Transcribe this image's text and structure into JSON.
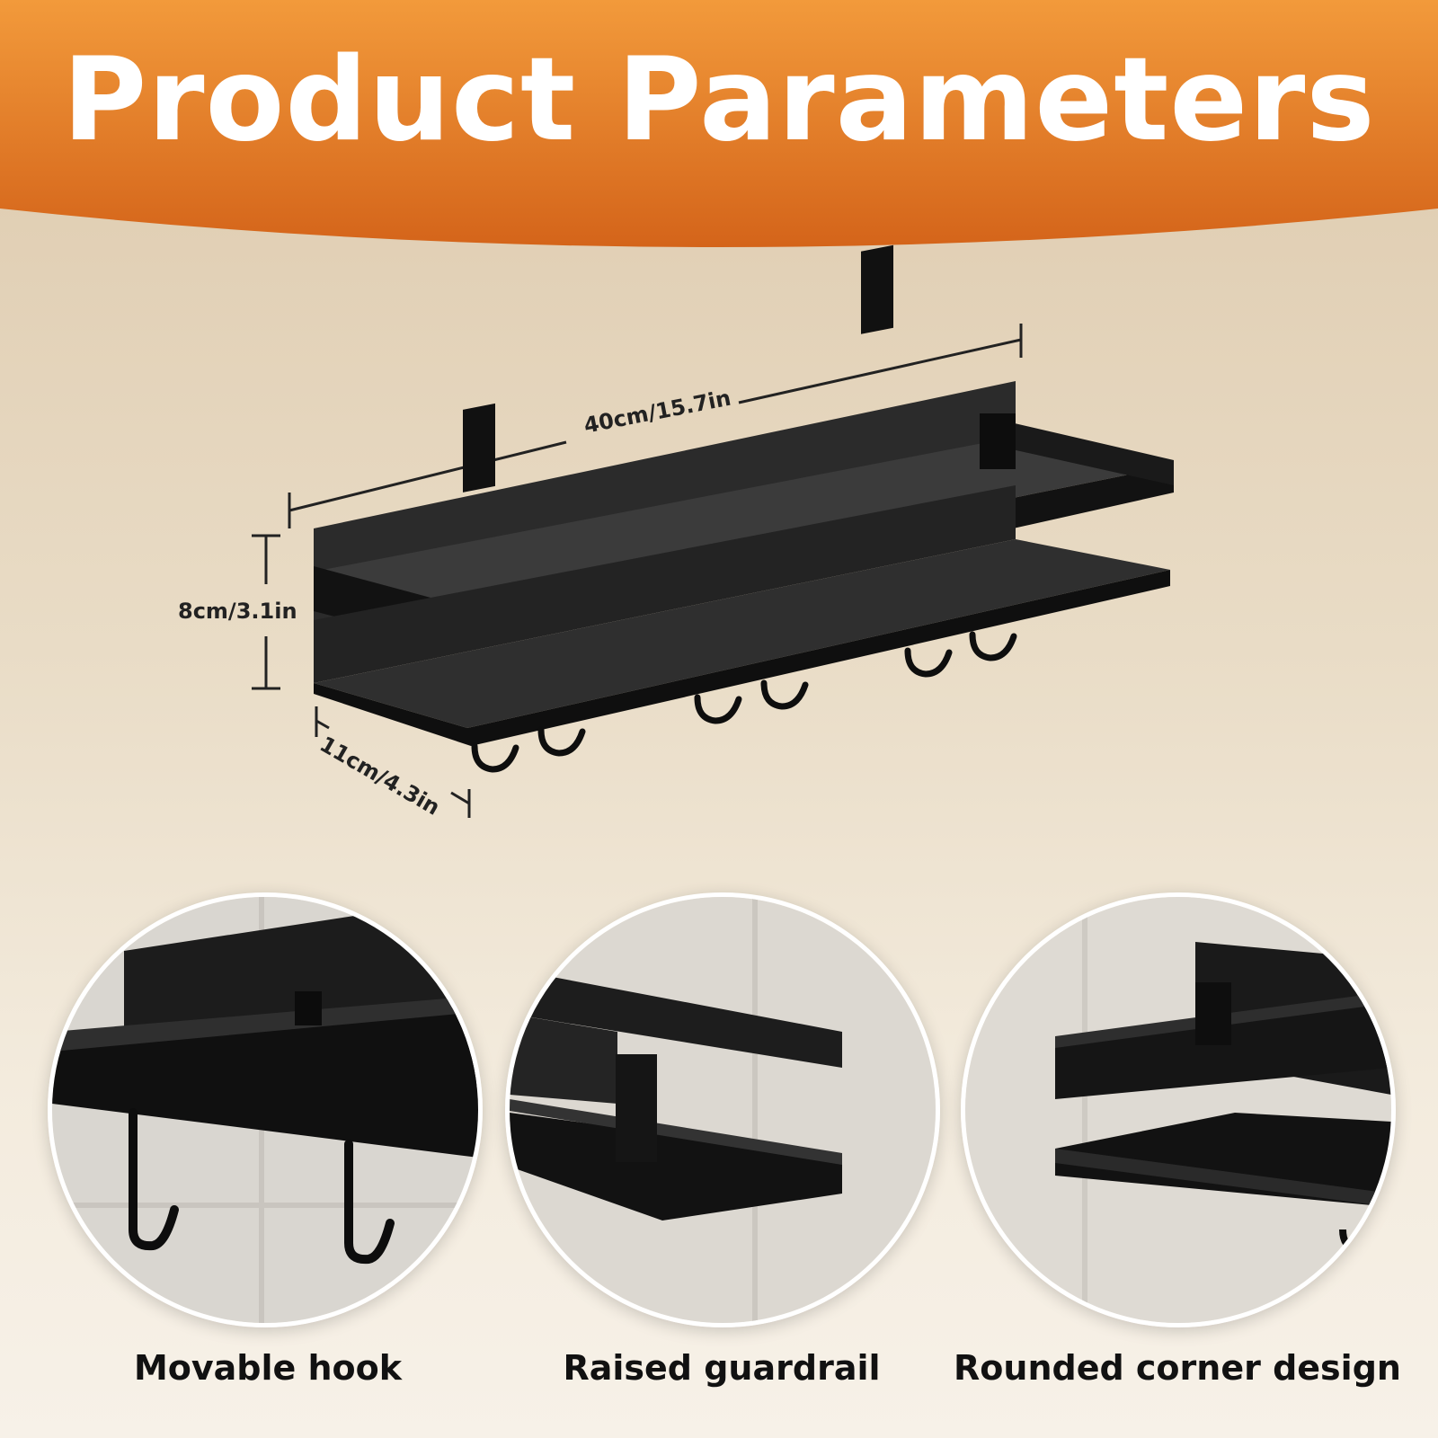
{
  "header": {
    "title": "Product Parameters",
    "colors": {
      "banner_top": "#f29a3b",
      "banner_bottom": "#d4641a"
    }
  },
  "dimensions": {
    "width_label": "40cm/15.7in",
    "height_label": "8cm/3.1in",
    "depth_label": "11cm/4.3in"
  },
  "features": [
    {
      "caption": "Movable hook"
    },
    {
      "caption": "Raised guardrail"
    },
    {
      "caption": "Rounded corner design"
    }
  ],
  "colors": {
    "product": "#1b1b1b",
    "background": "#e6d7be"
  }
}
